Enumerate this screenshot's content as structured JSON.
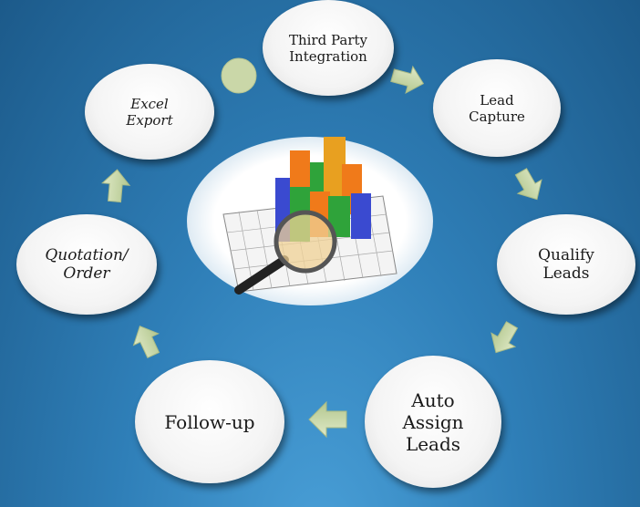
{
  "nodes": [
    {
      "id": "third-party",
      "label": "Third Party\nIntegration"
    },
    {
      "id": "lead-capture",
      "label": "Lead\nCapture"
    },
    {
      "id": "qualify",
      "label": "Qualify\nLeads"
    },
    {
      "id": "auto-assign",
      "label": "Auto\nAssign\nLeads"
    },
    {
      "id": "follow-up",
      "label": "Follow-up"
    },
    {
      "id": "quotation",
      "label": "Quotation/\nOrder"
    },
    {
      "id": "excel",
      "label": "Excel\nExport"
    }
  ],
  "colors": {
    "arrow": "#c8d8a8",
    "bars": [
      "#f07a1a",
      "#2fa33a",
      "#3a4ad0",
      "#e8a020"
    ]
  }
}
